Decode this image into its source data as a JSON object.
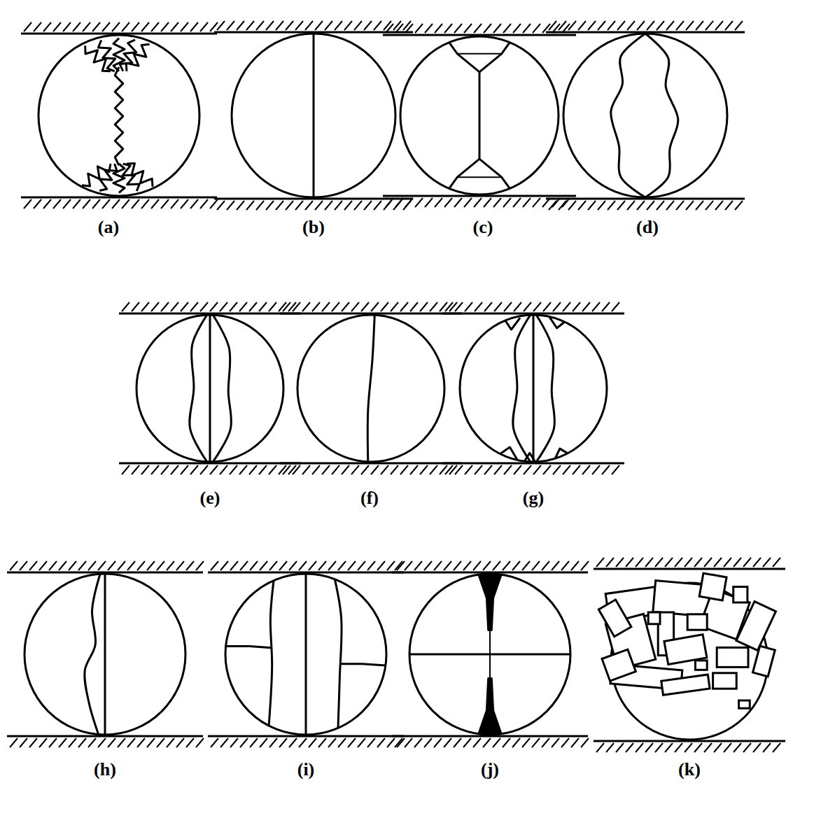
{
  "diagram": {
    "labels": [
      "(a)",
      "(b)",
      "(c)",
      "(d)",
      "(e)",
      "(f)",
      "(g)",
      "(h)",
      "(i)",
      "(j)",
      "(k)"
    ]
  }
}
